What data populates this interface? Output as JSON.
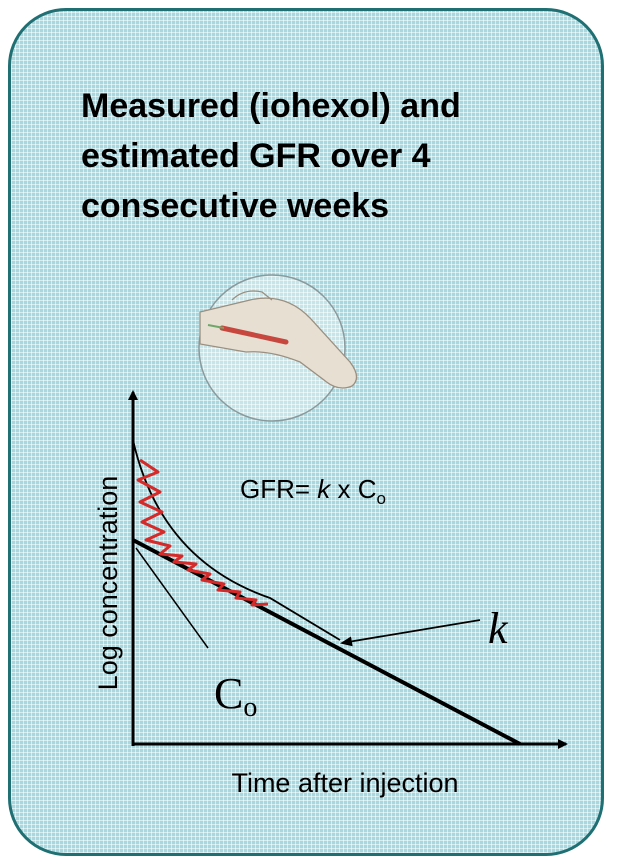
{
  "title": {
    "line1": "Measured (iohexol) and",
    "line2": "estimated GFR over 4",
    "line3": "consecutive weeks"
  },
  "diagram": {
    "y_axis_label": "Log concentration",
    "x_axis_label": "Time after injection",
    "formula_prefix": "GFR= ",
    "formula_k": "k",
    "formula_mid": " x C",
    "formula_sub": "o",
    "k_label": "k",
    "c0_main": "C",
    "c0_sub": "o"
  },
  "colors": {
    "panel_fill": "#a9d7dd",
    "panel_border": "#1f6f73",
    "red_trace": "#d42a2a",
    "ink": "#000000"
  }
}
